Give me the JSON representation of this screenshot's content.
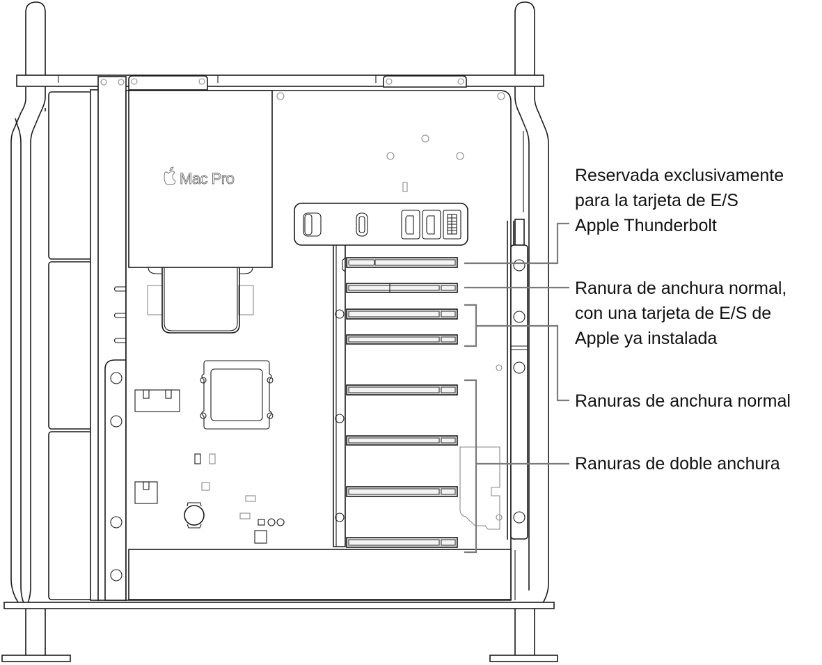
{
  "figure": {
    "subject": "Mac Pro interior side view with PCIe slots",
    "colors": {
      "line": "#1a1a1a",
      "callout_line": "#7a7a7a",
      "slot_fill": "#e4e4e4",
      "background": "#ffffff",
      "text": "#111111"
    }
  },
  "enclosure": {
    "logo_text": "Mac Pro",
    "logo_icon": "apple-logo-icon"
  },
  "io_panel": {
    "ports": [
      "power-button-icon",
      "usb-c-port-icon",
      "sata-port-icon",
      "sata-port-icon",
      "power-connector-icon"
    ]
  },
  "callouts": [
    {
      "id": "thunderbolt",
      "text": "Reservada exclusivamente\npara la tarjeta de E/S\nApple Thunderbolt"
    },
    {
      "id": "io-card",
      "text": "Ranura de anchura normal,\ncon una tarjeta de E/S de\nApple ya instalada"
    },
    {
      "id": "normal-slots",
      "text": "Ranuras de anchura normal"
    },
    {
      "id": "double-slots",
      "text": "Ranuras de doble anchura"
    }
  ],
  "slots": [
    {
      "index": 1,
      "type": "thunderbolt-io"
    },
    {
      "index": 2,
      "type": "single-width-io-installed"
    },
    {
      "index": 3,
      "type": "single-width"
    },
    {
      "index": 4,
      "type": "single-width"
    },
    {
      "index": 5,
      "type": "double-width"
    },
    {
      "index": 6,
      "type": "double-width"
    },
    {
      "index": 7,
      "type": "double-width"
    },
    {
      "index": 8,
      "type": "double-width"
    }
  ]
}
